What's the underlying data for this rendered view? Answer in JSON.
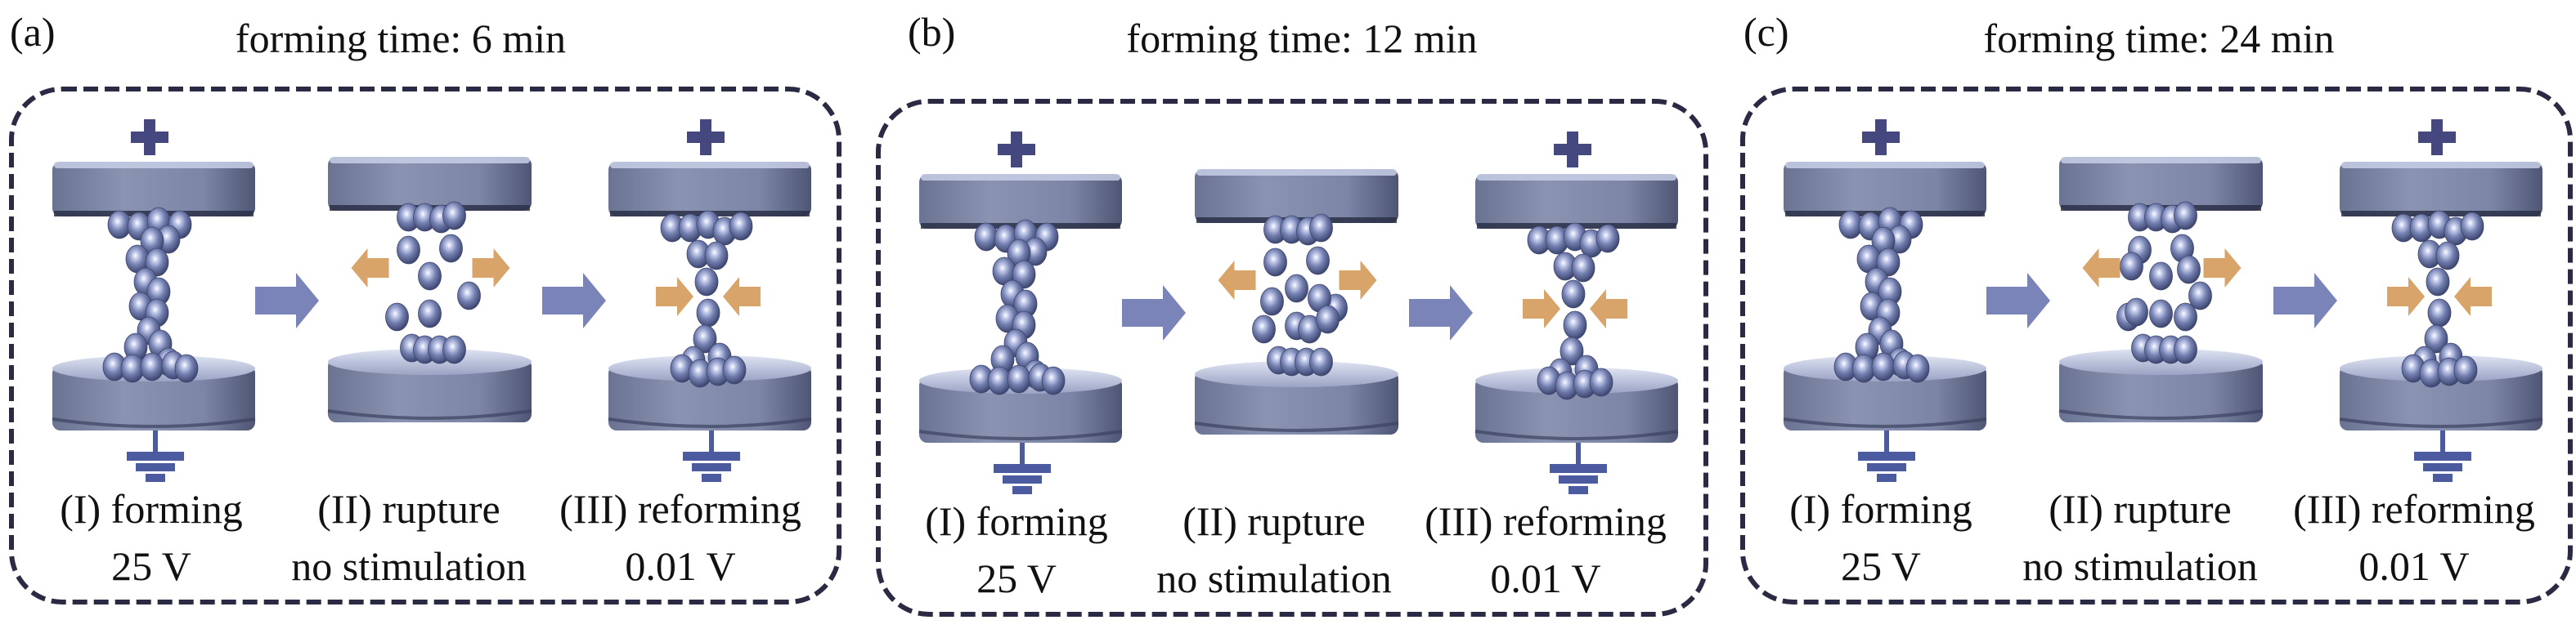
{
  "figure": {
    "panels": [
      {
        "letter": "(a)",
        "title": "forming time: 6 min",
        "stages": [
          {
            "name": "(I) forming",
            "condition": "25 V",
            "filament": "formed",
            "polarity": "biased"
          },
          {
            "name": "(II) rupture",
            "condition": "no stimulation",
            "filament": "ruptured",
            "polarity": "none"
          },
          {
            "name": "(III) reforming",
            "condition": "0.01 V",
            "filament": "reformed",
            "polarity": "biased"
          }
        ]
      },
      {
        "letter": "(b)",
        "title": "forming time: 12 min",
        "stages": [
          {
            "name": "(I) forming",
            "condition": "25 V",
            "filament": "formed",
            "polarity": "biased"
          },
          {
            "name": "(II) rupture",
            "condition": "no stimulation",
            "filament": "ruptured",
            "polarity": "none"
          },
          {
            "name": "(III) reforming",
            "condition": "0.01 V",
            "filament": "reformed",
            "polarity": "biased"
          }
        ]
      },
      {
        "letter": "(c)",
        "title": "forming time: 24 min",
        "stages": [
          {
            "name": "(I) forming",
            "condition": "25 V",
            "filament": "formed",
            "polarity": "biased"
          },
          {
            "name": "(II) rupture",
            "condition": "no stimulation",
            "filament": "ruptured",
            "polarity": "none"
          },
          {
            "name": "(III) reforming",
            "condition": "0.01 V",
            "filament": "reformed",
            "polarity": "biased"
          }
        ]
      }
    ],
    "icons": {
      "top_terminal": "plus-icon",
      "bottom_terminal": "ground-icon",
      "transition": "right-arrow-icon",
      "rupture_force": "outward-arrows-icon",
      "reform_force": "inward-arrows-icon"
    },
    "colors": {
      "border": "#2b2a45",
      "terminal": "#44487e",
      "ground": "#4c5aa0",
      "electrode": "#7d86a4",
      "electrode_dark": "#5a6283",
      "electrode_light": "#c8cfe6",
      "transition_arrow": "#7b84b8",
      "force_arrow": "#d9a469",
      "sphere": "#6f7aa8",
      "sphere_highlight": "#f2f5ff",
      "text": "#111111"
    }
  }
}
